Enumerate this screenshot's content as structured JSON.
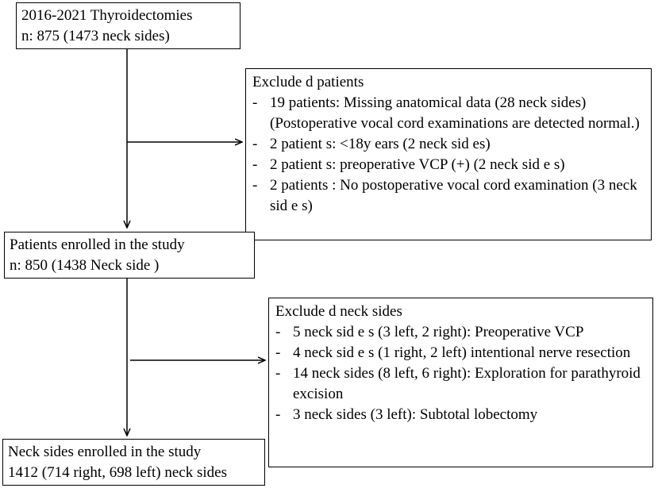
{
  "start_box": {
    "line1": "2016-2021 Thyroidectomies",
    "line2": "n: 875 (1473 neck sides)"
  },
  "excluded_patients": {
    "title": "Exclude d patients",
    "items": [
      "19 patients: Missing anatomical data (28 neck sides) (Postoperative vocal cord examinations are detected normal.)",
      "2 patient s: <18y ears (2 neck sid es)",
      "2 patient s: preoperative VCP (+) (2 neck sid e s)",
      "2 patients : No postoperative vocal cord examination (3 neck sid e s)"
    ]
  },
  "enrolled_patients": {
    "line1": "Patients enrolled in the study",
    "line2": "n: 850 (1438 Neck side )"
  },
  "excluded_neck_sides": {
    "title": "Exclude d neck sides",
    "items": [
      "5 neck sid e s (3 left, 2 right): Preoperative VCP",
      "4 neck sid e s (1 right, 2 left) intentional nerve resection",
      "14 neck sides (8 left, 6 right): Exploration for parathyroid excision",
      "3 neck sides (3 left): Subtotal lobectomy"
    ]
  },
  "enrolled_neck_sides": {
    "line1": "Neck sides enrolled in the study",
    "line2": "1412 (714 right, 698 left) neck sides"
  },
  "bullet_symbol": "-"
}
